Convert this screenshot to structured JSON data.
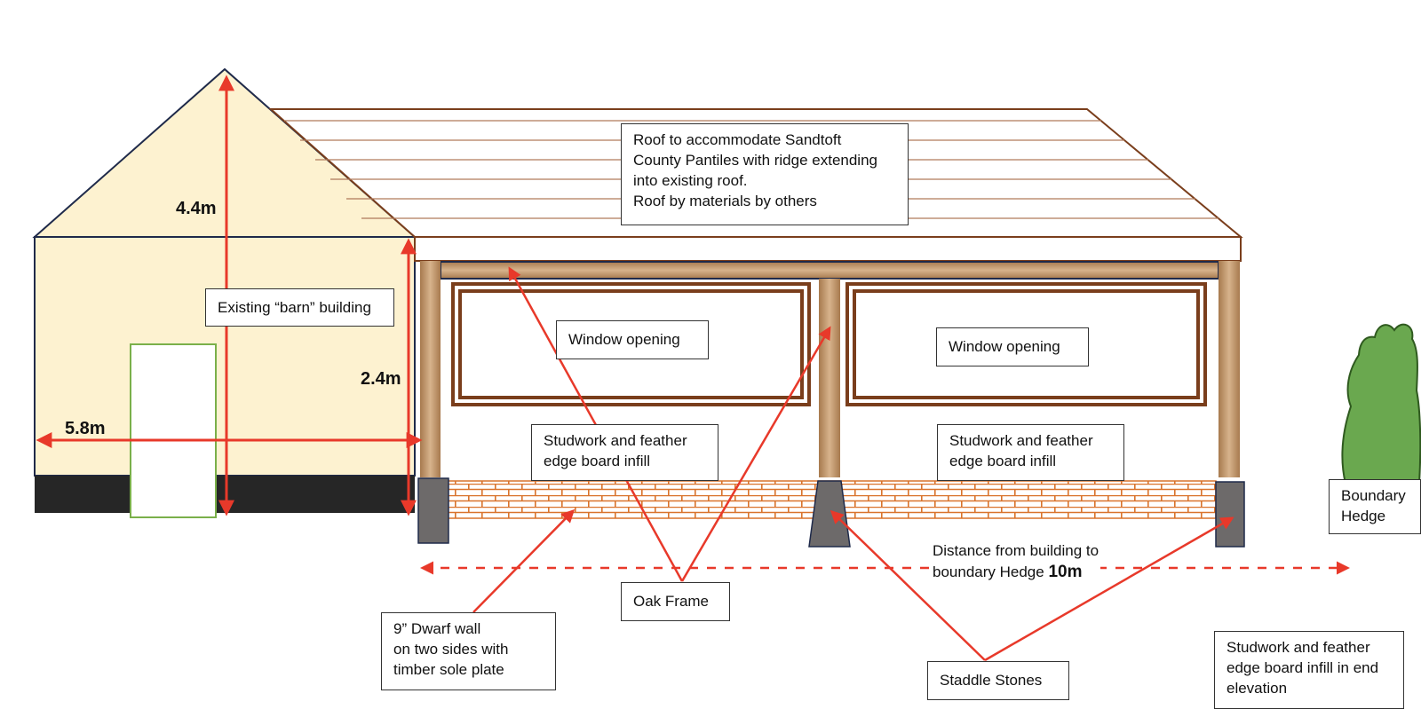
{
  "colors": {
    "barn_fill": "#fdf2d0",
    "barn_outline": "#1f2a4a",
    "barn_base": "#262626",
    "door_outline": "#7ab04a",
    "oak": "#c9a27a",
    "oak_dark": "#8a5a2b",
    "roof_line": "#7a3e1c",
    "brick": "#d9732c",
    "stone": "#6d6a6a",
    "dimension_red": "#e8392a",
    "hedge": "#6aa84f",
    "hedge_dark": "#2f5a1f"
  },
  "dimensions": {
    "barn_height": "4.4m",
    "eaves_height": "2.4m",
    "barn_width": "5.8m"
  },
  "labels": {
    "roof": "Roof to accommodate Sandtoft\nCounty Pantiles with ridge extending\ninto existing roof.\nRoof by materials by others",
    "barn": "Existing “barn” building",
    "window_left": "Window opening",
    "window_right": "Window opening",
    "studwork_left": "Studwork and feather\nedge board infill",
    "studwork_right": "Studwork and feather\nedge board infill",
    "boundary_hedge": "Boundary\nHedge",
    "oak_frame": "Oak Frame",
    "dwarf_wall": "9” Dwarf wall\non two sides with\ntimber sole plate",
    "staddle_stones": "Staddle Stones",
    "studwork_end": "Studwork and feather\nedge board infill in end\nelevation",
    "distance_text_1": "Distance from building to",
    "distance_text_2": "boundary Hedge ",
    "distance_value": "10m"
  }
}
